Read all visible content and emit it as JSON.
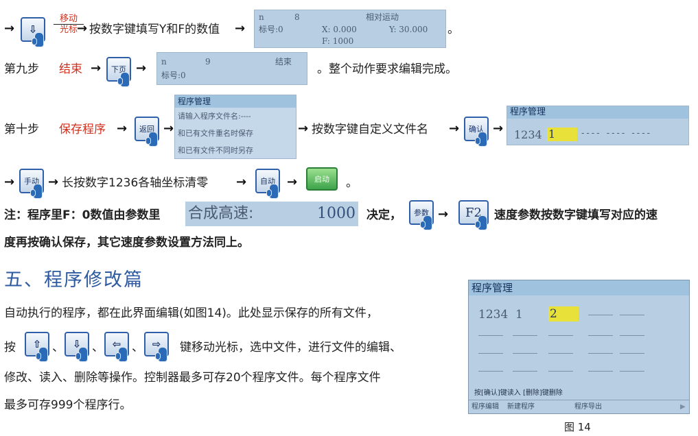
{
  "row1": {
    "arrow": "→",
    "fraction_top": "移动",
    "fraction_bottom": "光标",
    "text": "按数字键填写Y和F的数值",
    "arrow2": "→",
    "screen": {
      "n_label": "n",
      "n_value": "8",
      "mode": "相对运动",
      "label_no": "标号:0",
      "x": "X: 0.000",
      "y": "Y: 30.000",
      "f": "F: 1000"
    },
    "end": "。"
  },
  "step9": {
    "label": "第九步",
    "action": "结束",
    "arrow": "→",
    "key": "下页",
    "arrow2": "→",
    "screen": {
      "n_label": "n",
      "n_value": "9",
      "mode": "结束",
      "label_no": "标号:0"
    },
    "text": "。整个动作要求编辑完成。"
  },
  "step10": {
    "label": "第十步",
    "action": "保存程序",
    "arrow": "→",
    "key": "返回",
    "arrow2": "→",
    "menu": {
      "title": "程序管理",
      "line1": "请输入程序文件名:----",
      "line2": "和已有文件重名时保存",
      "line3": "和已有文件不同时另存"
    },
    "arrow3": "→",
    "text": "按数字键自定义文件名",
    "arrow4": "→",
    "key2": "确认",
    "arrow5": "→",
    "screen": {
      "title": "程序管理",
      "file1": "1234",
      "cursor": "1",
      "dashes": "---- ---- ----"
    }
  },
  "row4": {
    "arrow": "→",
    "key": "手动",
    "arrow2": "→",
    "text": "长按数字1236各轴坐标清零",
    "arrow3": "→",
    "key2": "自动",
    "arrow4": "→",
    "key3": "启动",
    "end": "。"
  },
  "note": {
    "prefix": "注：程序里F：0数值由参数里",
    "lcd_label": "合成高速:",
    "lcd_value": "1000",
    "mid": "决定，",
    "key": "参数",
    "arrow": "→",
    "key2": "F2",
    "suffix": "速度参数按数字键填写对应的速",
    "line2": "度再按确认保存，其它速度参数设置方法同上。"
  },
  "section": {
    "heading": "五、程序修改篇",
    "p1": "自动执行的程序，都在此界面编辑(如图14)。此处显示保存的所有文件，",
    "p2_prefix": "按",
    "sep": "、",
    "p2_suffix": "键移动光标，选中文件，进行文件的编辑、",
    "p3": "修改、读入、删除等操作。控制器最多可存20个程序文件。每个程序文件",
    "p4": "最多可存999个程序行。"
  },
  "figure": {
    "title": "程序管理",
    "file1": "1234",
    "file2": "1",
    "cursor": "2",
    "hint": "按[确认]键读入 [删除]键删除",
    "menu1": "程序编辑",
    "menu2": "新建程序",
    "menu3": "程序导出",
    "caption": "图 14"
  }
}
